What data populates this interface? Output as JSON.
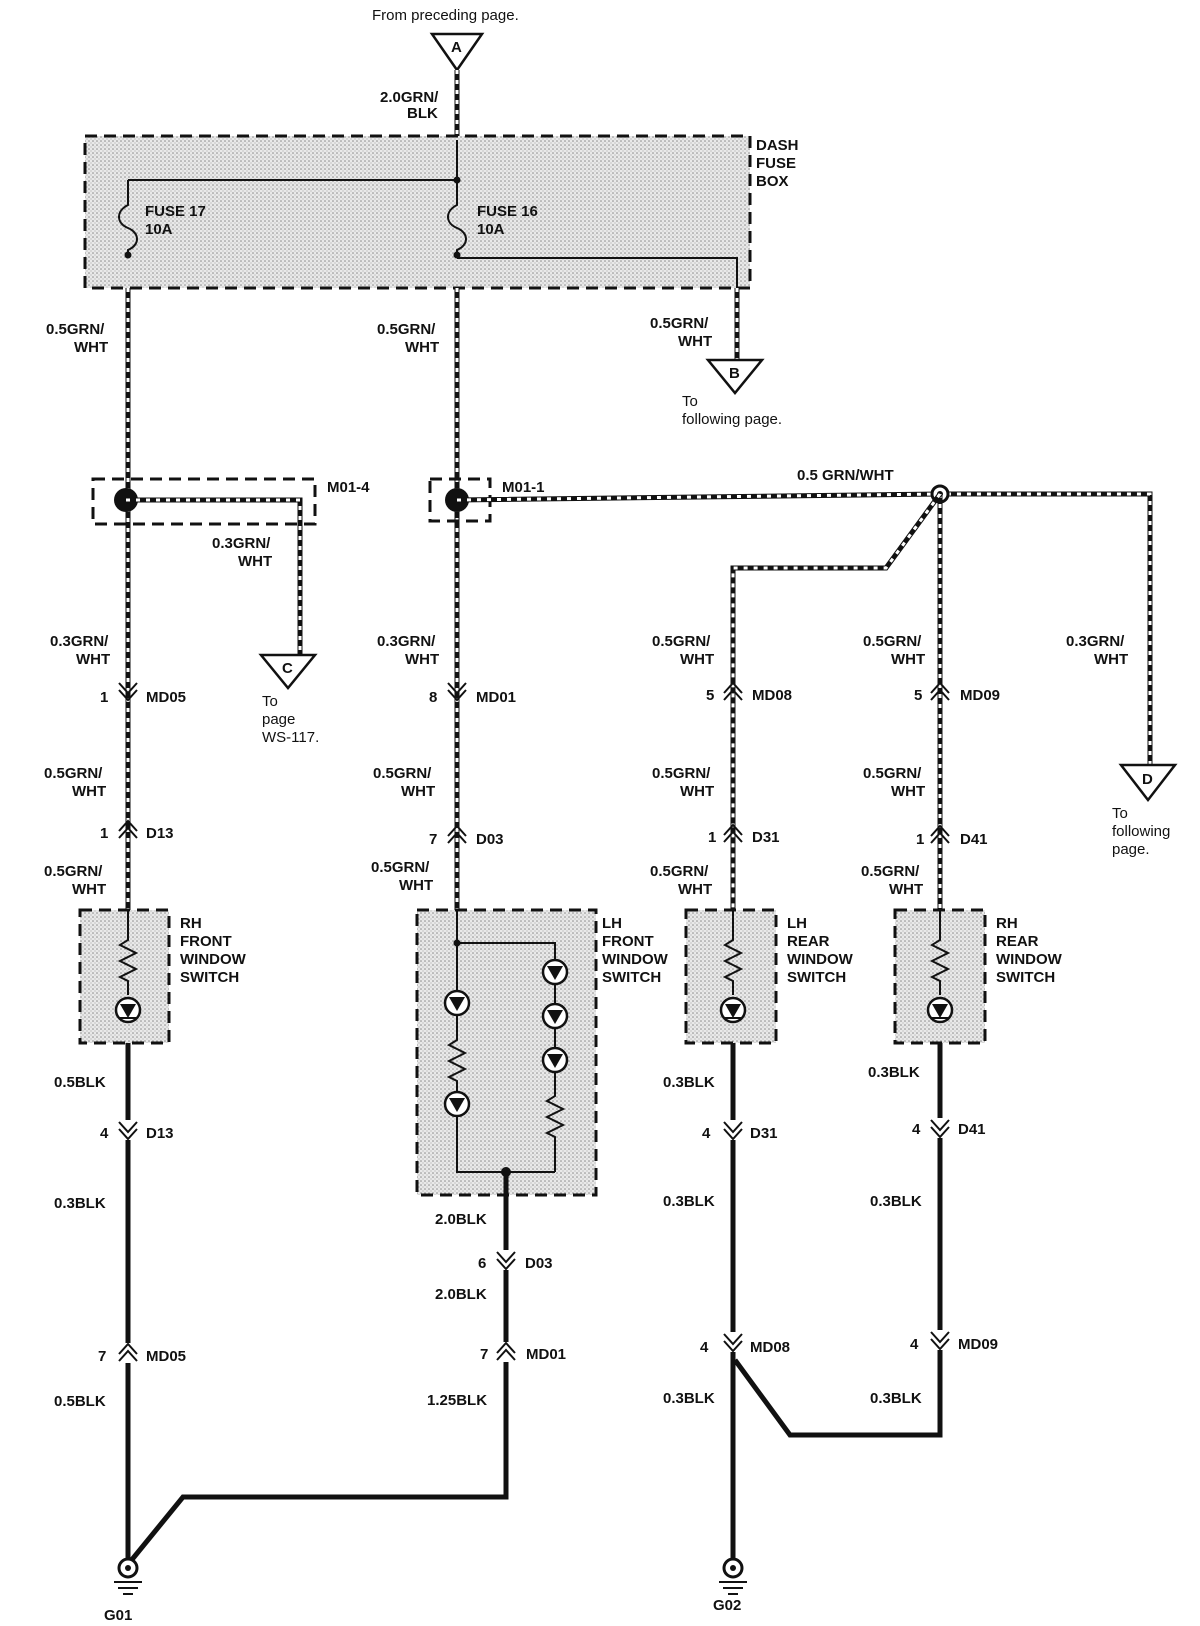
{
  "header": {
    "from_preceding": "From preceding page."
  },
  "connectors": {
    "A": {
      "letter": "A"
    },
    "B": {
      "letter": "B",
      "note1": "To",
      "note2": "following page."
    },
    "C": {
      "letter": "C",
      "note1": "To",
      "note2": "page",
      "note3": "WS-117."
    },
    "D": {
      "letter": "D",
      "note1": "To",
      "note2": "following",
      "note3": "page."
    }
  },
  "fuse_box": {
    "label1": "DASH",
    "label2": "FUSE",
    "label3": "BOX",
    "fuse17_name": "FUSE 17",
    "fuse17_rating": "10A",
    "fuse16_name": "FUSE 16",
    "fuse16_rating": "10A"
  },
  "wires": {
    "top_in_1": "2.0GRN/",
    "top_in_2": "BLK",
    "f17_out_1": "0.5GRN/",
    "f17_out_2": "WHT",
    "f16_out_1": "0.5GRN/",
    "f16_out_2": "WHT",
    "b_out_1": "0.5GRN/",
    "b_out_2": "WHT",
    "c_out_1": "0.3GRN/",
    "c_out_2": "WHT",
    "bus": "0.5 GRN/WHT",
    "d_out_1": "0.3GRN/",
    "d_out_2": "WHT",
    "rh_f_1a": "0.3GRN/",
    "rh_f_1b": "WHT",
    "rh_f_2a": "0.5GRN/",
    "rh_f_2b": "WHT",
    "rh_f_3a": "0.5GRN/",
    "rh_f_3b": "WHT",
    "lh_f_1a": "0.3GRN/",
    "lh_f_1b": "WHT",
    "lh_f_2a": "0.5GRN/",
    "lh_f_2b": "WHT",
    "lh_f_3a": "0.5GRN/",
    "lh_f_3b": "WHT",
    "lh_r_1a": "0.5GRN/",
    "lh_r_1b": "WHT",
    "lh_r_2a": "0.5GRN/",
    "lh_r_2b": "WHT",
    "lh_r_3a": "0.5GRN/",
    "lh_r_3b": "WHT",
    "rh_r_1a": "0.5GRN/",
    "rh_r_1b": "WHT",
    "rh_r_2a": "0.5GRN/",
    "rh_r_2b": "WHT",
    "rh_r_3a": "0.5GRN/",
    "rh_r_3b": "WHT",
    "rh_f_g1": "0.5BLK",
    "rh_f_g2": "0.3BLK",
    "rh_f_g3": "0.5BLK",
    "lh_f_g1": "2.0BLK",
    "lh_f_g2": "2.0BLK",
    "lh_f_g3": "1.25BLK",
    "lh_r_g1": "0.3BLK",
    "lh_r_g2": "0.3BLK",
    "lh_r_g3": "0.3BLK",
    "rh_r_g1": "0.3BLK",
    "rh_r_g2": "0.3BLK",
    "rh_r_g3": "0.3BLK"
  },
  "junctions": {
    "m01_4": "M01-4",
    "m01_1": "M01-1"
  },
  "connector_pins": {
    "md05_top_pin": "1",
    "md05_top": "MD05",
    "d13_top_pin": "1",
    "d13_top": "D13",
    "d13_bot_pin": "4",
    "d13_bot": "D13",
    "md05_bot_pin": "7",
    "md05_bot": "MD05",
    "md01_top_pin": "8",
    "md01_top": "MD01",
    "d03_top_pin": "7",
    "d03_top": "D03",
    "d03_bot_pin": "6",
    "d03_bot": "D03",
    "md01_bot_pin": "7",
    "md01_bot": "MD01",
    "md08_top_pin": "5",
    "md08_top": "MD08",
    "d31_top_pin": "1",
    "d31_top": "D31",
    "d31_bot_pin": "4",
    "d31_bot": "D31",
    "md08_bot_pin": "4",
    "md08_bot": "MD08",
    "md09_top_pin": "5",
    "md09_top": "MD09",
    "d41_top_pin": "1",
    "d41_top": "D41",
    "d41_bot_pin": "4",
    "d41_bot": "D41",
    "md09_bot_pin": "4",
    "md09_bot": "MD09"
  },
  "switches": {
    "rh_front": [
      "RH",
      "FRONT",
      "WINDOW",
      "SWITCH"
    ],
    "lh_front": [
      "LH",
      "FRONT",
      "WINDOW",
      "SWITCH"
    ],
    "lh_rear": [
      "LH",
      "REAR",
      "WINDOW",
      "SWITCH"
    ],
    "rh_rear": [
      "RH",
      "REAR",
      "WINDOW",
      "SWITCH"
    ]
  },
  "grounds": {
    "g01": "G01",
    "g02": "G02"
  }
}
